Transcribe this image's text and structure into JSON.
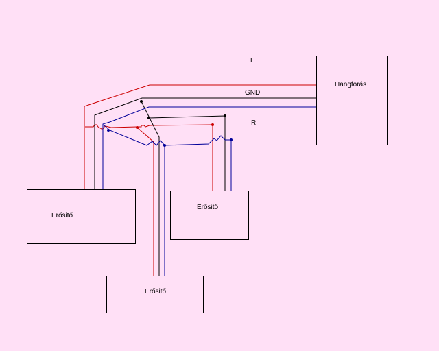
{
  "wire_labels": {
    "left": "L",
    "ground": "GND",
    "right": "R"
  },
  "speaker": {
    "label": "Hangforás"
  },
  "amplifiers": [
    {
      "label": "Erősitő"
    },
    {
      "label": "Erősitő"
    },
    {
      "label": "Erősitő"
    }
  ],
  "colors": {
    "background": "#ffe0f6",
    "left_channel": "#cc0000",
    "ground": "#000000",
    "right_channel": "#000099"
  }
}
